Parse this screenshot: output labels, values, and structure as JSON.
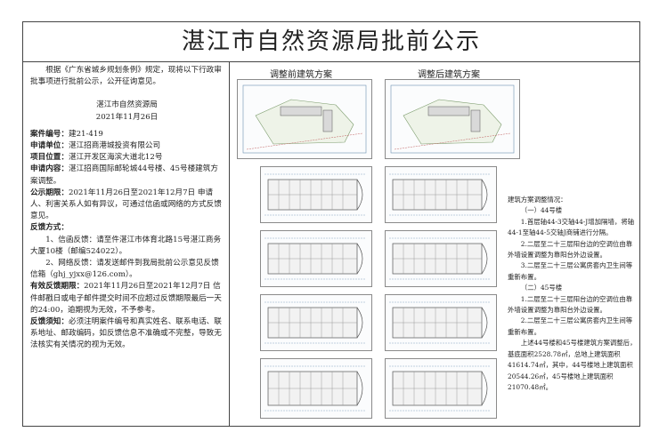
{
  "title": "湛江市自然资源局批前公示",
  "intro": "根据《广东省城乡规划条例》规定，现将以下行政审批事项进行批前公示，公开征询意见。",
  "org": "湛江市自然资源局",
  "date": "2021年11月26日",
  "fields": [
    {
      "label": "案件编号：",
      "value": "建21-419"
    },
    {
      "label": "申请单位：",
      "value": "湛江招商港城投资有限公司"
    },
    {
      "label": "项目位置：",
      "value": "湛江开发区海滨大道北12号"
    },
    {
      "label": "申请内容：",
      "value": "湛江招商国际邮轮城44号楼、45号楼建筑方案调整。"
    },
    {
      "label": "公示期限：",
      "value": "2021年11月26日至2021年12月7日 申请人、利害关系人如有异议，可通过信函或网络的方式反馈意见。"
    }
  ],
  "feedback": {
    "heading": "反馈方式：",
    "items": [
      "1、信函反馈：请至件湛江市体育北路15号湛江商务大厦10楼（邮编524022）。",
      "2、网络反馈：请发送邮件到我局批前公示意见反馈信箱（ghj_yjxx@126.com）。"
    ]
  },
  "valid_period": {
    "label": "有效反馈期限：",
    "value": "2021年11月26日至2021年12月7日 信件邮戳日或电子邮件提交时间不应超过反馈期限最后一天的24:00，逾期视为无效，不予参考。"
  },
  "note": {
    "label": "反馈须知：",
    "value": "必须注明案件编号和真实姓名、联系电话、联系地址、邮政编码，如反馈信息不准确或不完整，导致无法核实有关情况的视为无效。"
  },
  "drawings": {
    "before_title": "调整前建筑方案",
    "after_title": "调整后建筑方案"
  },
  "adjust_notes": [
    "建筑方案调整情况：",
    "（一）44号楼",
    "1.首层轴44-3交轴44-J增加隔墙，将轴44-1至轴44-5交轴J商铺进行分隔。",
    "2.二层至二十三层阳台边的空调位由靠外墙设置调整为靠阳台外边设置。",
    "3.二层至二十三层公寓房套内卫生间等重新布置。",
    "（二）45号楼",
    "1.二层至二十三层阳台边的空调位由靠外墙设置调整为靠阳台外边设置。",
    "2.二层至二十三层公寓房套内卫生间等重新布置。",
    "上述44号楼和45号楼建筑方案调整后，基底面积2528.78㎡，总地上建筑面积41614.74㎡，其中，44号楼地上建筑面积20544.26㎡，45号楼地上建筑面积21070.48㎡。"
  ]
}
